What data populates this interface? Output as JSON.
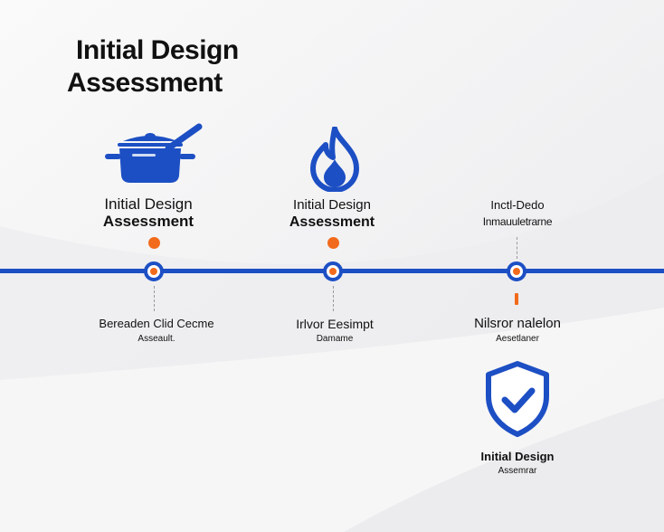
{
  "title": {
    "line1": "Initial Design",
    "line2": "Assessment"
  },
  "milestones": [
    {
      "icon": "cooking-pot-icon",
      "label_line1": "Initial Design",
      "label_line2": "Assessment",
      "lower_main": "Bereaden Clid Cecme",
      "lower_sub": "Asseault."
    },
    {
      "icon": "flame-icon",
      "label_line1": "Initial Design",
      "label_line2": "Assessment",
      "lower_main": "Irlvor Eesimpt",
      "lower_sub": "Damame"
    },
    {
      "icon": "none",
      "label_line1": "Inctl-Dedo",
      "label_line2": "Inmauuletrarne",
      "lower_main": "Nilsror nalelon",
      "lower_sub": "Aesetlaner"
    }
  ],
  "end": {
    "icon": "shield-check-icon",
    "label_main": "Initial Design",
    "label_sub": "Assemrar"
  },
  "colors": {
    "primary": "#1d4fc4",
    "accent": "#f26a1b",
    "text": "#111111",
    "background": "#f2f2f3"
  }
}
